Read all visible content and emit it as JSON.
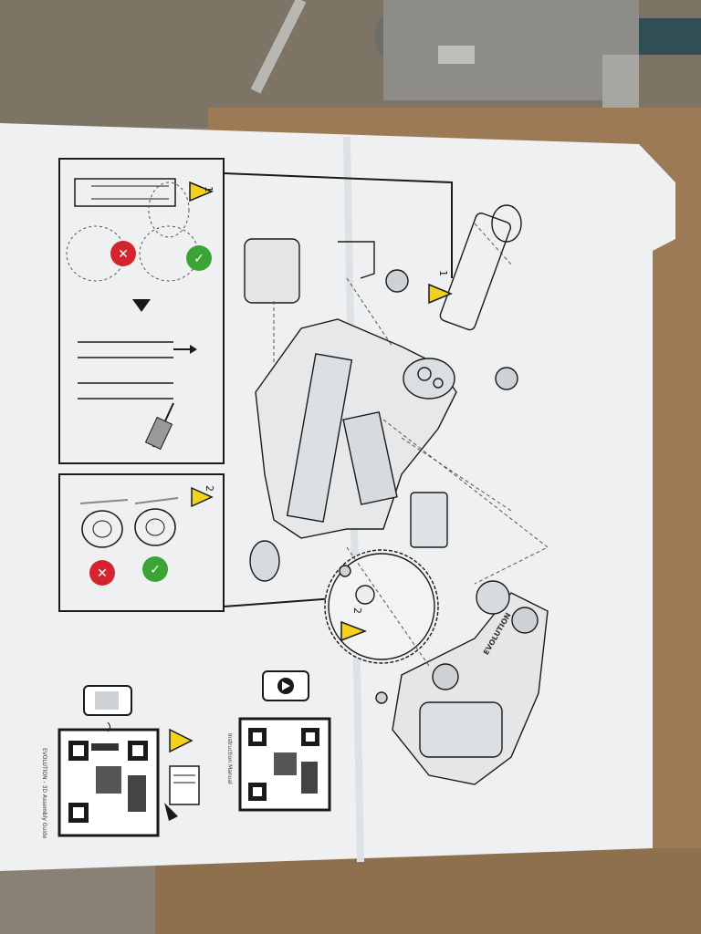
{
  "photo": {
    "colors": {
      "ground": "#8a7f70",
      "board": "#9c7a55",
      "paper": "#eef0f2",
      "ink": "#1a1a1a",
      "warning_yellow": "#f2d21b",
      "error_red": "#d4252f",
      "ok_green": "#3aa535"
    }
  },
  "panels": {
    "top_left": {
      "step": "1"
    },
    "middle_left": {
      "step": "2"
    }
  },
  "diagram": {
    "step_1": "1",
    "step_2": "2",
    "brand": "EVOLUTION"
  },
  "qr": {
    "left_caption": "EVOLUTION - 3D Assembly Guide",
    "right_caption": "Instruction Manual"
  }
}
